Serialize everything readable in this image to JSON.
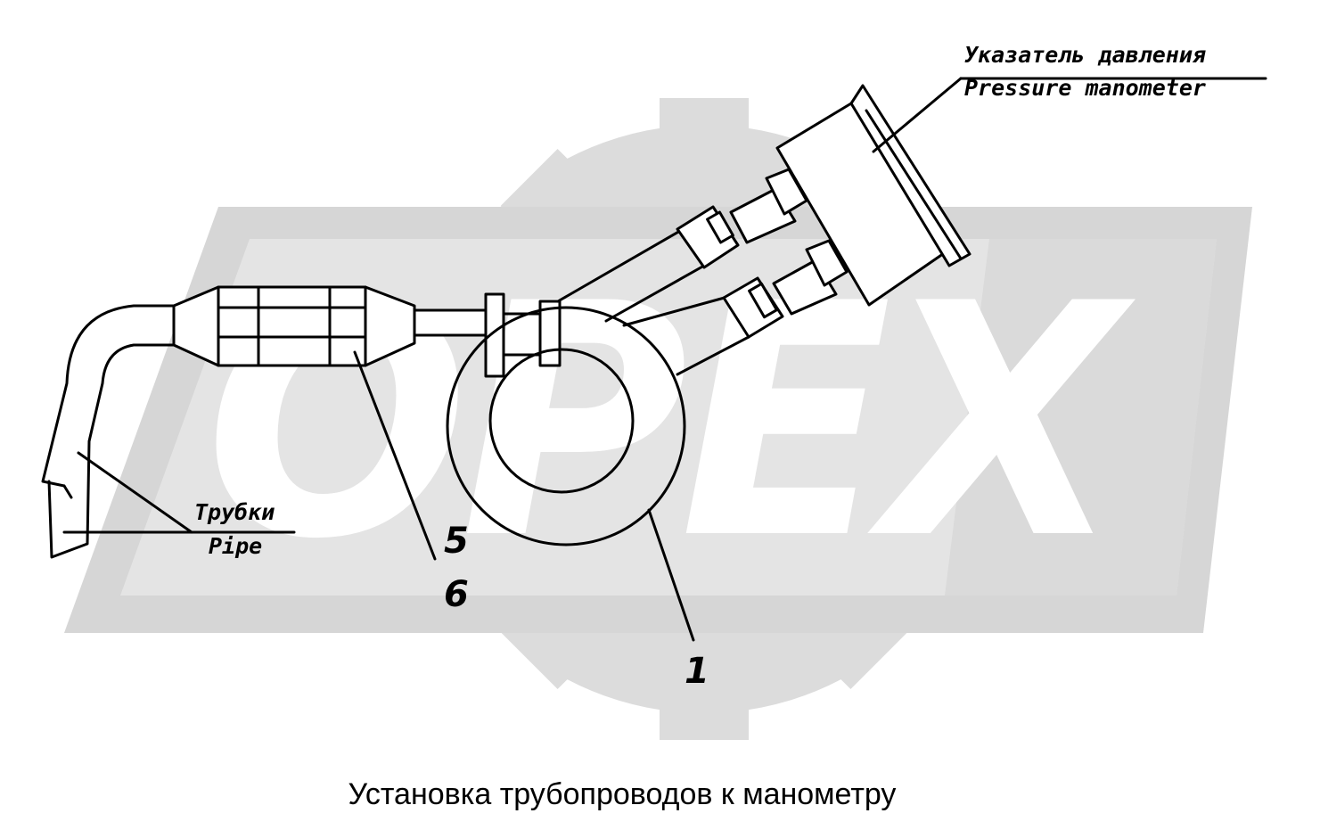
{
  "watermark": {
    "logo_text": "OPEX",
    "color_gear": "#dcdcdc",
    "color_plate": "#d6d6d6",
    "color_letters": "#ffffff"
  },
  "labels": {
    "manometer_ru": "Указатель давления",
    "manometer_en": "Pressure manometer",
    "pipe_ru": "Трубки",
    "pipe_en": "Pipe"
  },
  "callouts": {
    "n5": "5",
    "n6": "6",
    "n1": "1"
  },
  "caption": "Установка трубопроводов к манометру"
}
